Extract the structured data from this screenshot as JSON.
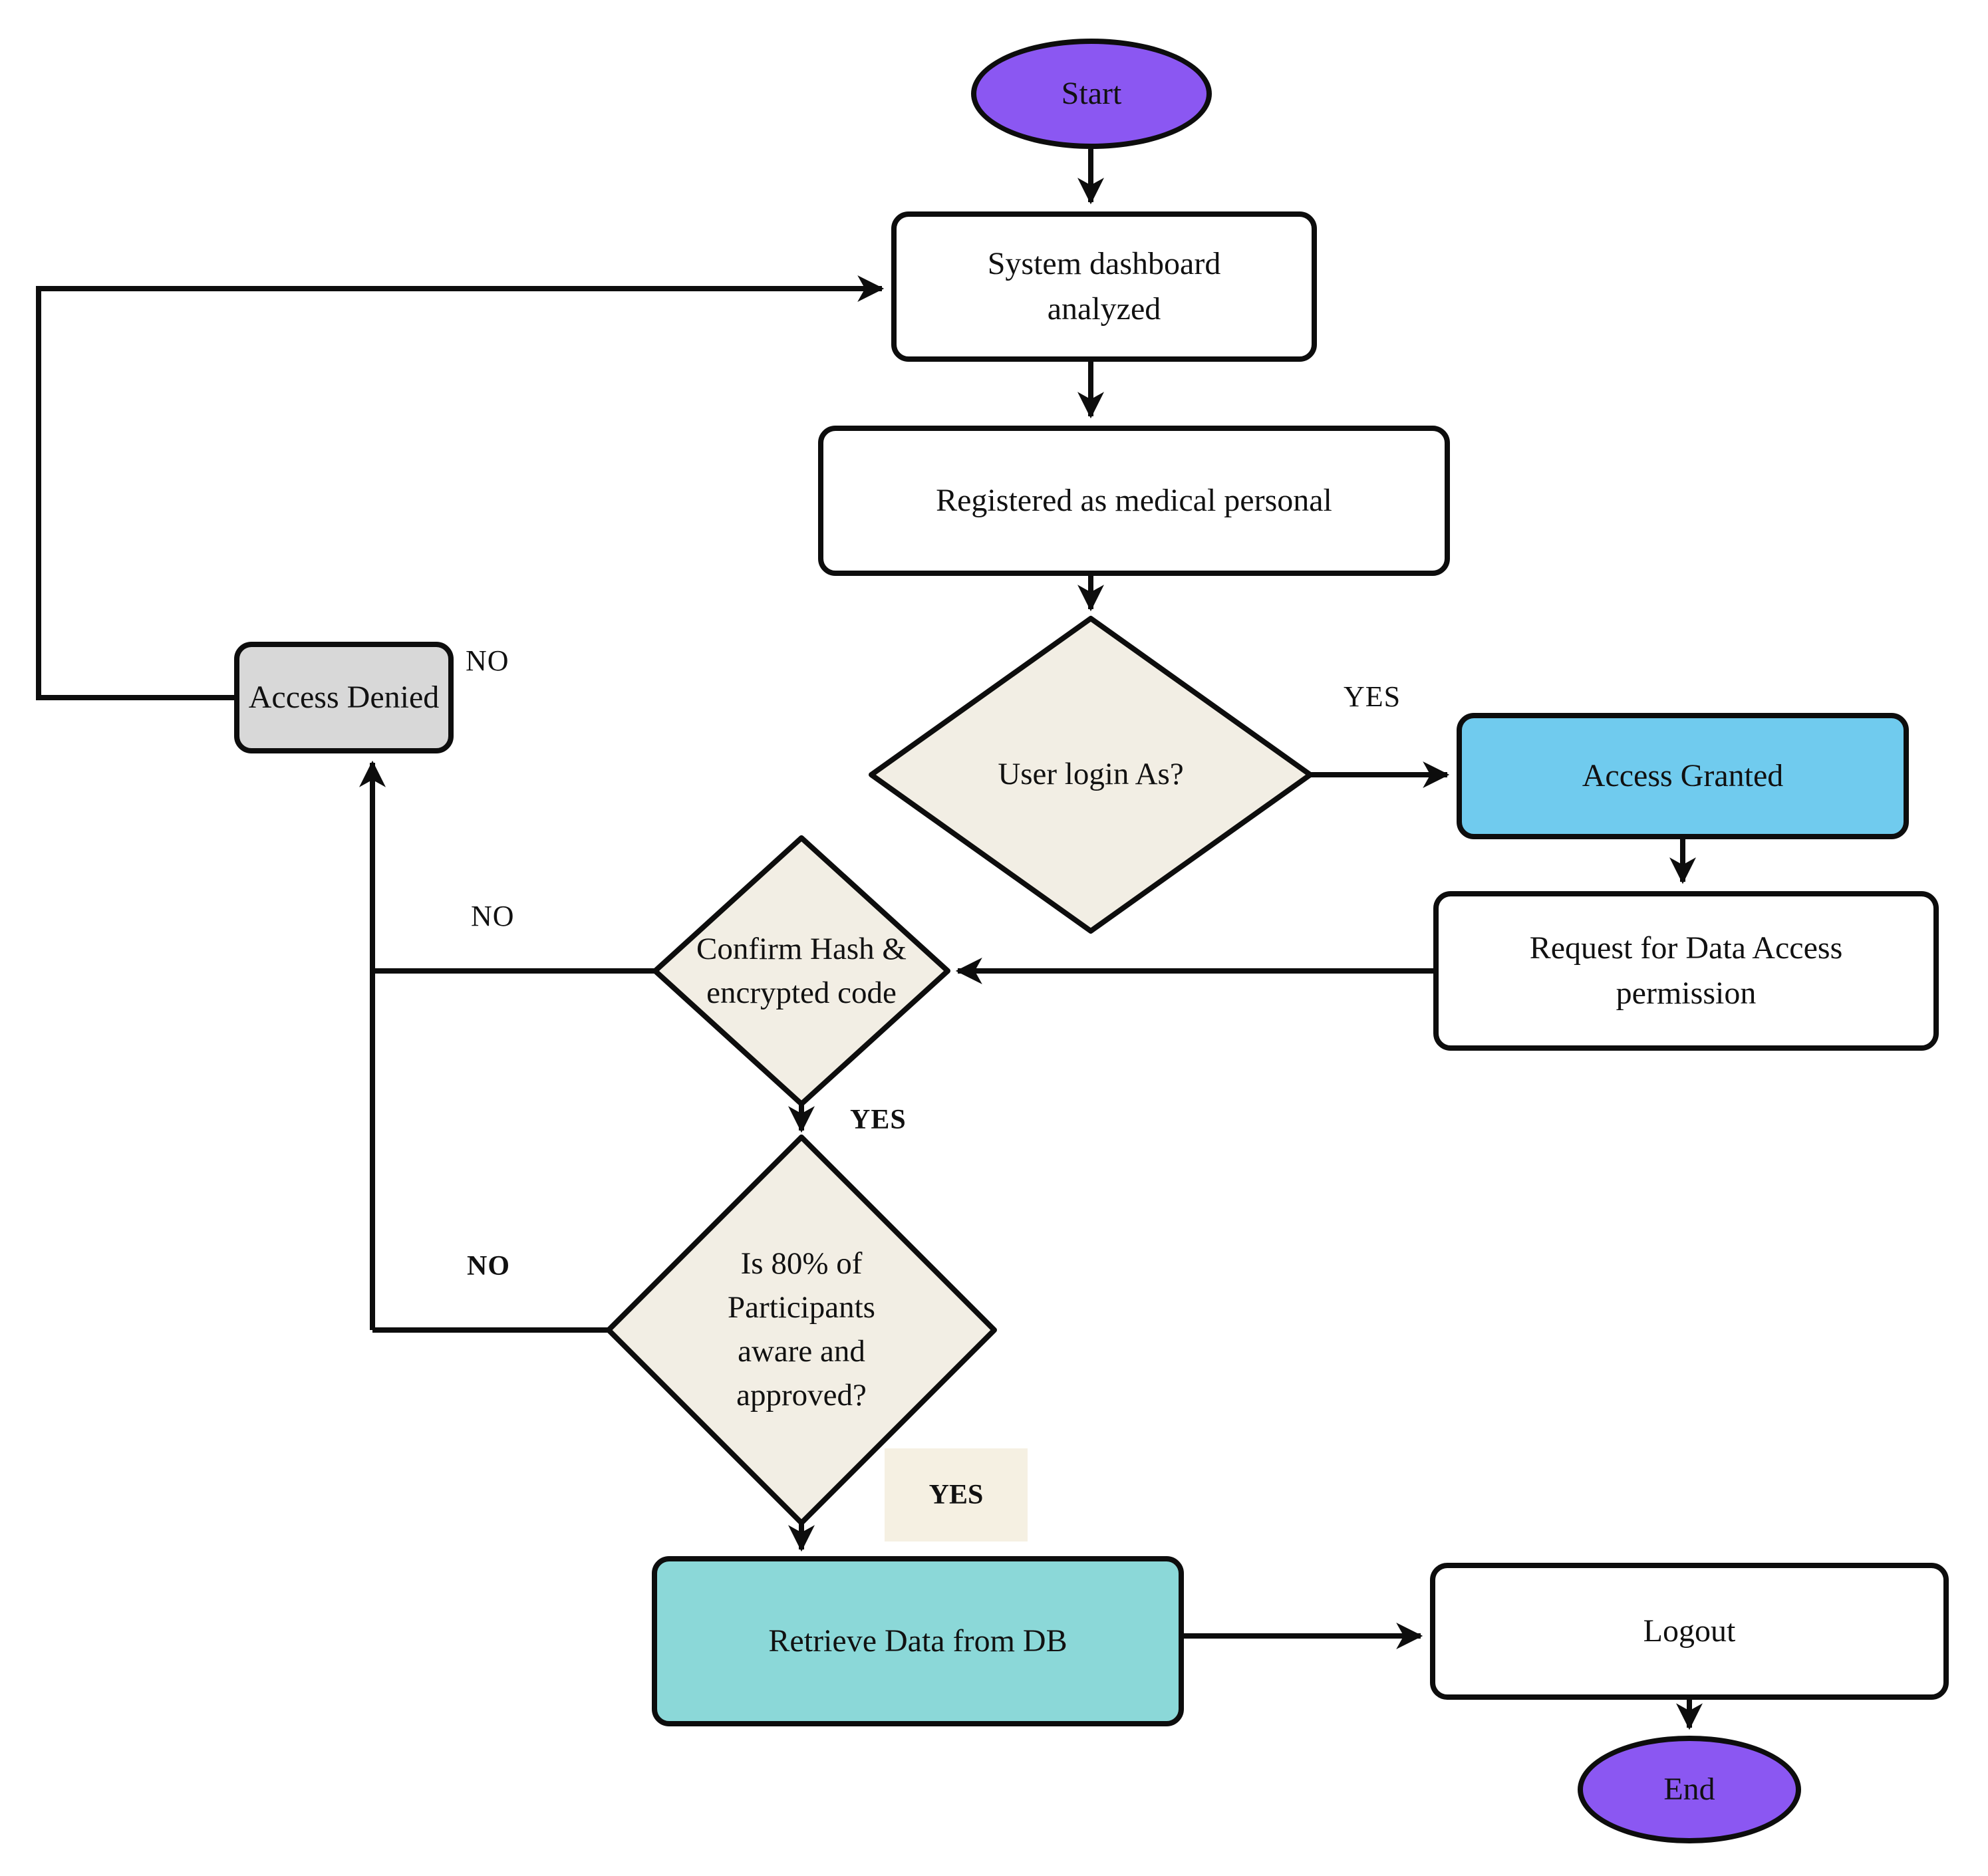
{
  "diagram": {
    "type": "flowchart",
    "colors": {
      "terminator_fill": "#8b57f2",
      "decision_fill": "#f2eee4",
      "denied_fill": "#d8d8d8",
      "granted_fill": "#70cbee",
      "retrieve_fill": "#8bd8d8",
      "box_fill": "#ffffff",
      "stroke": "#0d0d0d",
      "yes_chip_bg": "#f5f0e2"
    },
    "nodes": [
      {
        "id": "start",
        "type": "terminator",
        "label": "Start"
      },
      {
        "id": "sysdash",
        "type": "process",
        "label": "System dashboard analyzed"
      },
      {
        "id": "registered",
        "type": "process",
        "label": "Registered as medical personal"
      },
      {
        "id": "login",
        "type": "decision",
        "label": "User login As?"
      },
      {
        "id": "denied",
        "type": "process",
        "label": "Access Denied"
      },
      {
        "id": "granted",
        "type": "process",
        "label": "Access Granted"
      },
      {
        "id": "request",
        "type": "process",
        "label": "Request for Data Access permission"
      },
      {
        "id": "confirm",
        "type": "decision",
        "label": "Confirm Hash & encrypted code"
      },
      {
        "id": "pct",
        "type": "decision",
        "label": "Is 80% of Participants aware and approved?"
      },
      {
        "id": "retrieve",
        "type": "process",
        "label": "Retrieve Data from DB"
      },
      {
        "id": "logout",
        "type": "process",
        "label": "Logout"
      },
      {
        "id": "end",
        "type": "terminator",
        "label": "End"
      }
    ],
    "edge_labels": [
      {
        "id": "yes_login",
        "text": "YES",
        "bold": false
      },
      {
        "id": "no_denied",
        "text": "NO",
        "bold": false
      },
      {
        "id": "no_confirm",
        "text": "NO",
        "bold": false
      },
      {
        "id": "yes_confirm",
        "text": "YES",
        "bold": true
      },
      {
        "id": "no_pct",
        "text": "NO",
        "bold": true
      },
      {
        "id": "yes_retrieve",
        "text": "YES",
        "bold": true
      }
    ],
    "edges": [
      {
        "from": "start",
        "to": "sysdash",
        "label": ""
      },
      {
        "from": "sysdash",
        "to": "registered",
        "label": ""
      },
      {
        "from": "registered",
        "to": "login",
        "label": ""
      },
      {
        "from": "login",
        "to": "granted",
        "label": "YES"
      },
      {
        "from": "login",
        "to": "denied",
        "label": "NO"
      },
      {
        "from": "granted",
        "to": "request",
        "label": ""
      },
      {
        "from": "request",
        "to": "confirm",
        "label": ""
      },
      {
        "from": "confirm",
        "to": "pct",
        "label": "YES"
      },
      {
        "from": "confirm",
        "to": "denied",
        "label": "NO"
      },
      {
        "from": "pct",
        "to": "retrieve",
        "label": "YES"
      },
      {
        "from": "pct",
        "to": "denied",
        "label": "NO"
      },
      {
        "from": "denied",
        "to": "sysdash",
        "label": ""
      },
      {
        "from": "retrieve",
        "to": "logout",
        "label": ""
      },
      {
        "from": "logout",
        "to": "end",
        "label": ""
      }
    ]
  }
}
